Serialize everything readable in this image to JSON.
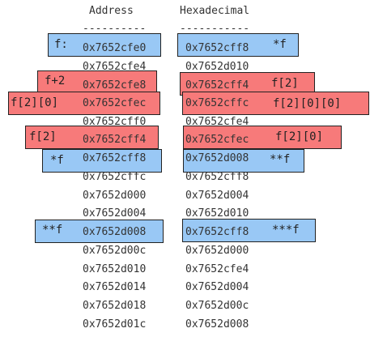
{
  "headers": {
    "address": "Address",
    "hex": "Hexadecimal",
    "address_rule": "----------",
    "hex_rule": "-----------"
  },
  "addresses": [
    "0x7652cfe0",
    "0x7652cfe4",
    "0x7652cfe8",
    "0x7652cfec",
    "0x7652cff0",
    "0x7652cff4",
    "0x7652cff8",
    "0x7652cffc",
    "0x7652d000",
    "0x7652d004",
    "0x7652d008",
    "0x7652d00c",
    "0x7652d010",
    "0x7652d014",
    "0x7652d018",
    "0x7652d01c"
  ],
  "values": [
    "0x7652cff8",
    "0x7652d010",
    "0x7652cff4",
    "0x7652cffc",
    "0x7652cfe4",
    "0x7652cfec",
    "0x7652d008",
    "0x7652cff8",
    "0x7652d004",
    "0x7652d010",
    "0x7652cff8",
    "0x7652d000",
    "0x7652cfe4",
    "0x7652d004",
    "0x7652d00c",
    "0x7652d008"
  ],
  "left_labels": [
    {
      "text": "f:",
      "color": "blue"
    },
    {
      "text": "f+2",
      "color": "red"
    },
    {
      "text": "f[2][0]",
      "color": "red"
    },
    {
      "text": "f[2]",
      "color": "red"
    },
    {
      "text": "*f",
      "color": "blue"
    },
    {
      "text": "**f",
      "color": "blue"
    }
  ],
  "right_labels": [
    {
      "text": "*f",
      "color": "blue"
    },
    {
      "text": "f[2]",
      "color": "red"
    },
    {
      "text": "f[2][0][0]",
      "color": "red"
    },
    {
      "text": "f[2][0]",
      "color": "red"
    },
    {
      "text": "**f",
      "color": "blue"
    },
    {
      "text": "***f",
      "color": "blue"
    }
  ]
}
